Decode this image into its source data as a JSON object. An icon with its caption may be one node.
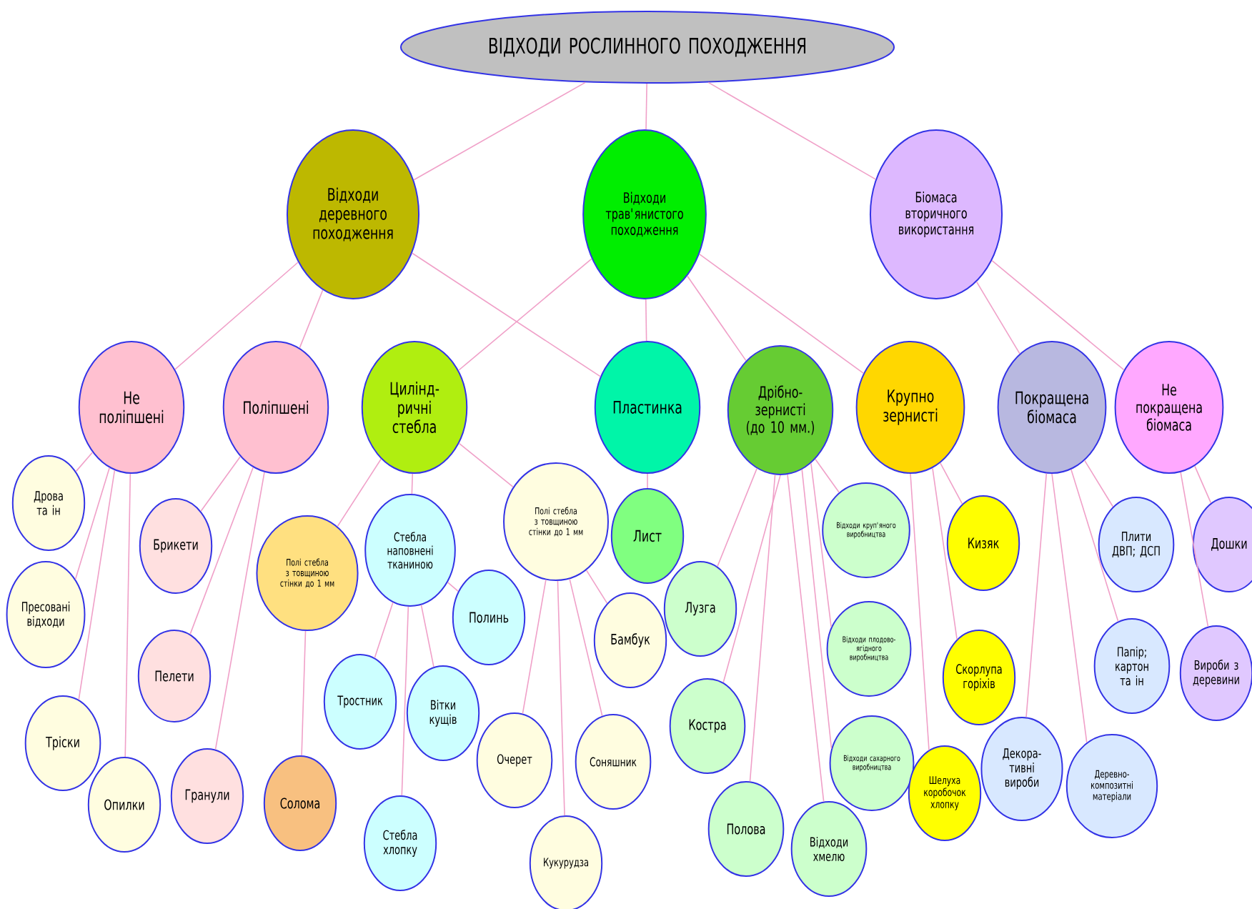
{
  "diagram": {
    "nodes": [
      {
        "text": [
          "ВІДХОДИ РОСЛИННОГО ПОХОДЖЕННЯ"
        ]
      },
      {
        "text": [
          "Відходи деревного походження"
        ]
      },
      {
        "text": [
          "Відходи трав'янистого походження"
        ]
      },
      {
        "text": [
          "Біомаса вторичного використання"
        ]
      },
      {
        "text": [
          "Не поліпшені"
        ]
      },
      {
        "text": [
          "Поліпшені"
        ]
      },
      {
        "text": [
          "Цилінд-ричні стебла"
        ]
      },
      {
        "text": [
          "Пластинка"
        ]
      },
      {
        "text": [
          "Дрібно-зернисті (до 10 мм.)"
        ]
      },
      {
        "text": [
          "Крупно зернисті"
        ]
      },
      {
        "text": [
          "Покращена біомаса"
        ]
      },
      {
        "text": [
          "Не покращена біомаса"
        ]
      },
      {
        "text": [
          "Дрова та ін"
        ]
      },
      {
        "text": [
          "Пресовані відходи"
        ]
      },
      {
        "text": [
          "Тріски"
        ]
      },
      {
        "text": [
          "Опилки"
        ]
      },
      {
        "text": [
          "Брикети"
        ]
      },
      {
        "text": [
          "Пелети"
        ]
      },
      {
        "text": [
          "Гранули"
        ]
      },
      {
        "text": [
          "Полі стебла з товщиною стінки до 1 мм"
        ]
      },
      {
        "text": [
          "Стебла наповнені тканиною"
        ]
      },
      {
        "text": [
          "Полі стебла з товщиною стінки до 1 мм"
        ]
      },
      {
        "text": [
          "Солома"
        ]
      },
      {
        "text": [
          "Тростник"
        ]
      },
      {
        "text": [
          "Вітки кущів"
        ]
      },
      {
        "text": [
          "Полинь"
        ]
      },
      {
        "text": [
          "Стебла хлопку"
        ]
      },
      {
        "text": [
          "Бамбук"
        ]
      },
      {
        "text": [
          "Очерет"
        ]
      },
      {
        "text": [
          "Соняшник"
        ]
      },
      {
        "text": [
          "Кукурудза"
        ]
      },
      {
        "text": [
          "Лист"
        ]
      },
      {
        "text": [
          "Лузга"
        ]
      },
      {
        "text": [
          "Костра"
        ]
      },
      {
        "text": [
          "Полова"
        ]
      },
      {
        "text": [
          "Відходи хмелю"
        ]
      },
      {
        "text": [
          "Відходи круп'яного виробництва"
        ]
      },
      {
        "text": [
          "Відходи плодово-ягідного виробництва"
        ]
      },
      {
        "text": [
          "Відходи сахарного виробництва"
        ]
      },
      {
        "text": [
          "Кизяк"
        ]
      },
      {
        "text": [
          "Скорлупа горіхів"
        ]
      },
      {
        "text": [
          "Шелуха коробочок хлопку"
        ]
      },
      {
        "text": [
          "Плити ДВП; ДСП"
        ]
      },
      {
        "text": [
          "Папір; картон та ін"
        ]
      },
      {
        "text": [
          "Декора-тивні вироби"
        ]
      },
      {
        "text": [
          "Деревно-композитні матеріали"
        ]
      },
      {
        "text": [
          "Дошки"
        ]
      },
      {
        "text": [
          "Вироби з деревини"
        ]
      }
    ],
    "edges": [
      {
        "from": 0,
        "to": 1,
        "arrow": "none"
      },
      {
        "from": 0,
        "to": 2,
        "arrow": "none"
      },
      {
        "from": 0,
        "to": 3,
        "arrow": "none"
      },
      {
        "from": 1,
        "to": 4,
        "arrow": "none"
      },
      {
        "from": 1,
        "to": 5,
        "arrow": "none"
      },
      {
        "from": 1,
        "to": 7,
        "arrow": "none"
      },
      {
        "from": 2,
        "to": 6,
        "arrow": "none"
      },
      {
        "from": 2,
        "to": 7,
        "arrow": "none"
      },
      {
        "from": 2,
        "to": 8,
        "arrow": "none"
      },
      {
        "from": 2,
        "to": 9,
        "arrow": "none"
      },
      {
        "from": 3,
        "to": 10,
        "arrow": "none"
      },
      {
        "from": 3,
        "to": 11,
        "arrow": "none"
      },
      {
        "from": 4,
        "to": 12,
        "arrow": "none"
      },
      {
        "from": 4,
        "to": 13,
        "arrow": "none"
      },
      {
        "from": 4,
        "to": 14,
        "arrow": "none"
      },
      {
        "from": 4,
        "to": 15,
        "arrow": "none"
      },
      {
        "from": 5,
        "to": 16,
        "arrow": "none"
      },
      {
        "from": 5,
        "to": 17,
        "arrow": "none"
      },
      {
        "from": 5,
        "to": 18,
        "arrow": "none"
      },
      {
        "from": 6,
        "to": 19,
        "arrow": "none"
      },
      {
        "from": 6,
        "to": 20,
        "arrow": "none"
      },
      {
        "from": 6,
        "to": 21,
        "arrow": "none"
      },
      {
        "from": 19,
        "to": 22,
        "arrow": "none"
      },
      {
        "from": 20,
        "to": 23,
        "arrow": "none"
      },
      {
        "from": 20,
        "to": 24,
        "arrow": "none"
      },
      {
        "from": 20,
        "to": 25,
        "arrow": "none"
      },
      {
        "from": 20,
        "to": 26,
        "arrow": "none"
      },
      {
        "from": 21,
        "to": 27,
        "arrow": "none"
      },
      {
        "from": 21,
        "to": 28,
        "arrow": "none"
      },
      {
        "from": 21,
        "to": 29,
        "arrow": "none"
      },
      {
        "from": 21,
        "to": 30,
        "arrow": "none"
      },
      {
        "from": 7,
        "to": 31,
        "arrow": "none"
      },
      {
        "from": 8,
        "to": 32,
        "arrow": "none"
      },
      {
        "from": 8,
        "to": 33,
        "arrow": "none"
      },
      {
        "from": 8,
        "to": 34,
        "arrow": "none"
      },
      {
        "from": 8,
        "to": 35,
        "arrow": "none"
      },
      {
        "from": 8,
        "to": 36,
        "arrow": "none"
      },
      {
        "from": 8,
        "to": 37,
        "arrow": "none"
      },
      {
        "from": 8,
        "to": 38,
        "arrow": "none"
      },
      {
        "from": 9,
        "to": 39,
        "arrow": "none"
      },
      {
        "from": 9,
        "to": 40,
        "arrow": "none"
      },
      {
        "from": 9,
        "to": 41,
        "arrow": "none"
      },
      {
        "from": 10,
        "to": 42,
        "arrow": "none"
      },
      {
        "from": 10,
        "to": 43,
        "arrow": "none"
      },
      {
        "from": 10,
        "to": 44,
        "arrow": "none"
      },
      {
        "from": 10,
        "to": 45,
        "arrow": "none"
      },
      {
        "from": 11,
        "to": 46,
        "arrow": "none"
      },
      {
        "from": 11,
        "to": 47,
        "arrow": "none"
      }
    ]
  }
}
